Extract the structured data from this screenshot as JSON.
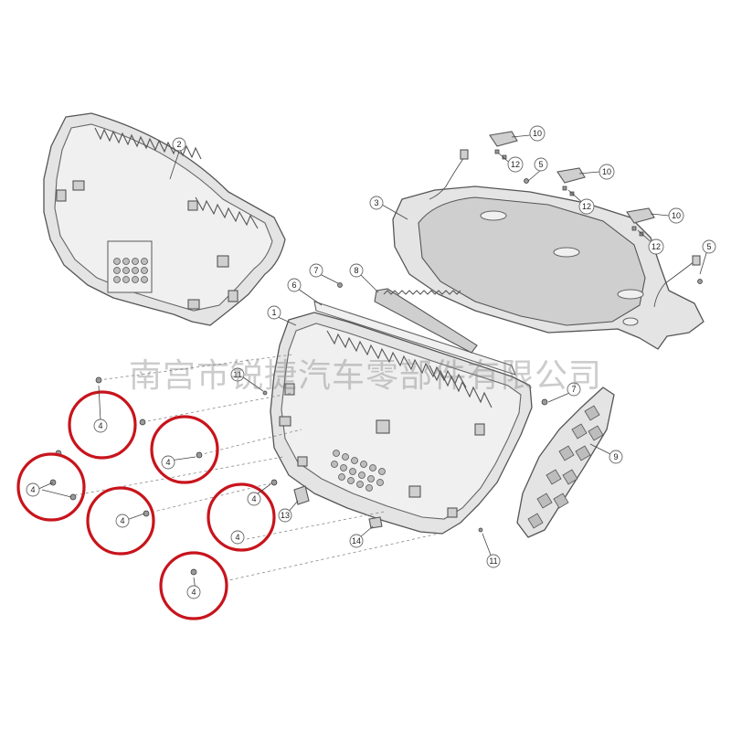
{
  "watermark": "南宫市锐捷汽车零部件有限公司",
  "callouts": {
    "c1": "1",
    "c2": "2",
    "c3": "3",
    "c4": "4",
    "c5": "5",
    "c6": "6",
    "c7": "7",
    "c8": "8",
    "c9": "9",
    "c10": "10",
    "c11": "11",
    "c12": "12",
    "c13": "13",
    "c14": "14"
  },
  "highlight_color": "#c8141c",
  "highlighted_callout": "4",
  "highlighted_count": 6
}
